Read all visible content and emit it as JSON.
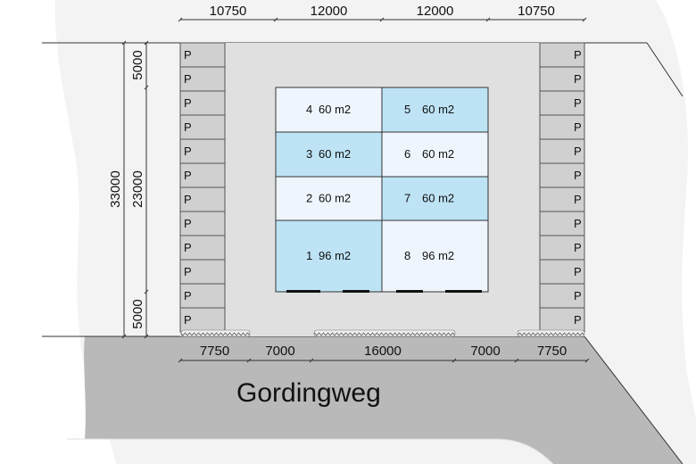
{
  "title": "Site plan",
  "colors": {
    "site": "#e0e0e0",
    "parking": "#d0d0d0",
    "unit_light": "#eef5fc",
    "unit_blue": "#bde3f5",
    "road": "#b9b9ba",
    "surround": "#f3f3f3"
  },
  "top_dimensions": [
    "10750",
    "12000",
    "12000",
    "10750"
  ],
  "bottom_dimensions": [
    "7750",
    "7000",
    "16000",
    "7000",
    "7750"
  ],
  "left_dimensions": {
    "total": "33000",
    "top": "5000",
    "middle": "23000",
    "bottom": "5000"
  },
  "parking_label": "P",
  "units": [
    {
      "num": "4",
      "area": "60 m2"
    },
    {
      "num": "5",
      "area": "60 m2"
    },
    {
      "num": "3",
      "area": "60 m2"
    },
    {
      "num": "6",
      "area": "60 m2"
    },
    {
      "num": "2",
      "area": "60 m2"
    },
    {
      "num": "7",
      "area": "60 m2"
    },
    {
      "num": "1",
      "area": "96 m2"
    },
    {
      "num": "8",
      "area": "96 m2"
    }
  ],
  "road_name": "Gordingweg"
}
